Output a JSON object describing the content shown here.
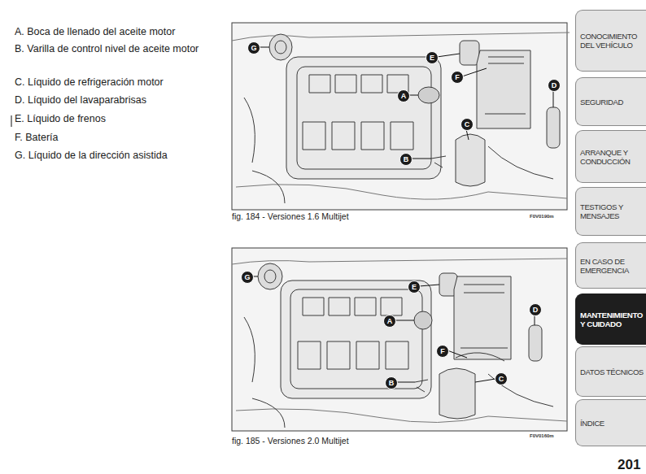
{
  "diagram": {
    "nodes": [
      {
        "text": [
          "CONOCIMIENTO DEL VEHÍCULO"
        ]
      },
      {
        "text": [
          "SEGURIDAD"
        ]
      },
      {
        "text": [
          "ARRANQUE Y CONDUCCIÓN"
        ]
      },
      {
        "text": [
          "TESTIGOS Y MENSAJES"
        ]
      },
      {
        "text": [
          "EN CASO DE EMERGENCIA"
        ]
      },
      {
        "text": [
          "MANTENIMIENTO Y CUIDADO"
        ]
      },
      {
        "text": [
          "DATOS TÉCNICOS"
        ]
      },
      {
        "text": [
          "ÍNDICE"
        ]
      }
    ],
    "labels": [
      "A. Boca de llenado del aceite motor",
      "B. Varilla de control nivel de aceite motor",
      "C. Líquido de refrigeración motor",
      "D. Líquido del lavaparabrisas",
      "E. Líquido de frenos",
      "F. Batería",
      "G. Líquido de la dirección asistida",
      "G",
      "E",
      "A",
      "F",
      "D",
      "C",
      "B",
      "fig. 184 - Versiones 1.6 Multijet",
      "F0V0190m",
      "G",
      "E",
      "A",
      "F",
      "D",
      "C",
      "B",
      "fig. 185 - Versiones 2.0 Multijet",
      "F0V0160m",
      "201"
    ]
  }
}
